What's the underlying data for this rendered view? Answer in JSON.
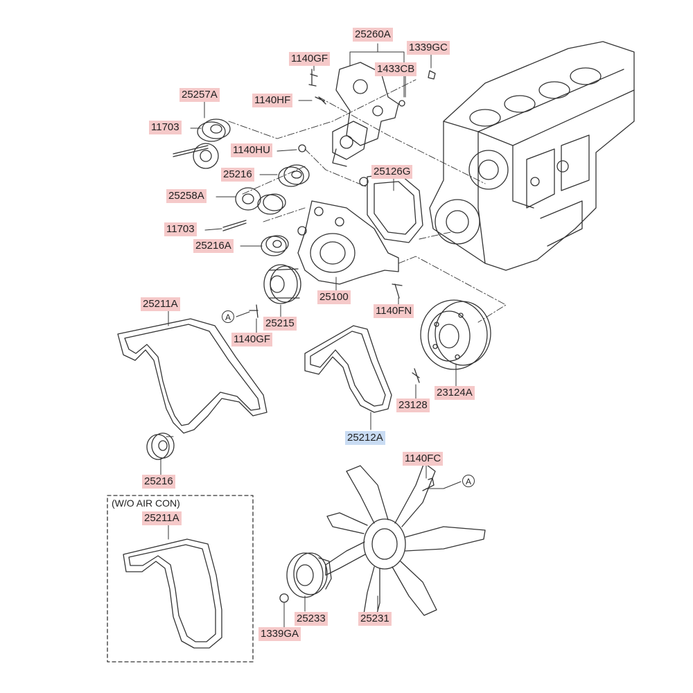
{
  "diagram": {
    "parts": {
      "p25260A": "25260A",
      "p1339GC": "1339GC",
      "p1140GF_top": "1140GF",
      "p1433CB": "1433CB",
      "p25257A": "25257A",
      "p1140HF": "1140HF",
      "p11703_top": "11703",
      "p1140HU": "1140HU",
      "p25216_top": "25216",
      "p25126G": "25126G",
      "p25258A": "25258A",
      "p11703_mid": "11703",
      "p25216A": "25216A",
      "p25100": "25100",
      "p1140FN": "1140FN",
      "p25211A_top": "25211A",
      "p25215": "25215",
      "p1140GF_mid": "1140GF",
      "p23128": "23128",
      "p23124A": "23124A",
      "p25212A": "25212A",
      "p25216_bottom": "25216",
      "p1140FC": "1140FC",
      "p25211A_bottom": "25211A",
      "p25233": "25233",
      "p25231": "25231",
      "p1339GA": "1339GA"
    },
    "markers": {
      "a_left": "A",
      "a_right": "A"
    },
    "notes": {
      "wo_air_con": "(W/O AIR CON)"
    },
    "colors": {
      "label_bg": "#f5c9c9",
      "highlight_bg": "#c9dcf3",
      "line": "#333333"
    }
  }
}
